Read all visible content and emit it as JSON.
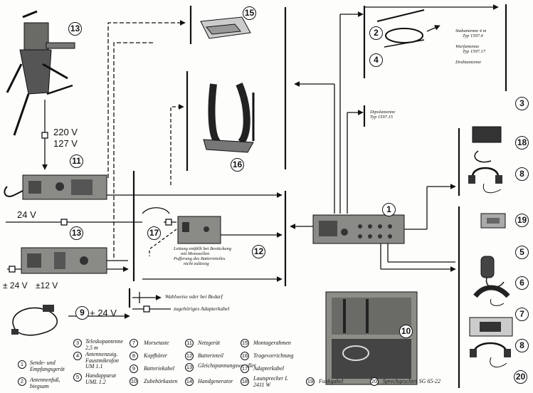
{
  "callouts": [
    "1",
    "2",
    "3",
    "4",
    "5",
    "6",
    "7",
    "8",
    "9",
    "10",
    "11",
    "12",
    "13",
    "14",
    "15",
    "16",
    "17",
    "18",
    "19",
    "20"
  ],
  "voltages": {
    "mains_220": "220 V",
    "mains_127": "127 V",
    "dc_24": "24 V",
    "pm_24": "± 24 V",
    "pm_12": "±12 V",
    "plus_24": "+ 24 V"
  },
  "antennas": {
    "rod_line1": "Stabantenne 4 m",
    "rod_line2": "Typ 1597.4",
    "throw_line1": "Wurfantenne",
    "throw_line2": "Typ 1597.17",
    "wire": "Drahtantenne",
    "dipole_line1": "Dipolantenne",
    "dipole_line2": "Typ  1597.15"
  },
  "notes": {
    "battery_line1": "Leitung entfällt bei Bestückung",
    "battery_line2": "mit Monozellen",
    "battery_line3": "Pufferung des Batterieteiles",
    "battery_line4": "nicht zulässig",
    "optional": "Wahlweise oder bei Bedarf",
    "adapter": "zugehöriges Adapterkabel"
  },
  "legend": {
    "l1": "Sende- und Empfangsgerät",
    "l2": "Antennenfuß, biegsam",
    "l3": "Teleskopantenne 2,5 m",
    "l4": "Antennenzuig. Faustmikrofon UM 1.1",
    "l5": "Handapparat UML 1.2",
    "l6": "",
    "l7": "Morsetaste",
    "l8": "Kopfhörer",
    "l9": "Batteriekabel",
    "l10": "Zubehörkasten",
    "l11": "Netzgerät",
    "l12": "Batterieteil",
    "l13": "Gleichspannungswandler",
    "l14": "Handgenerator",
    "l15": "Montagerahmen",
    "l16": "Tragevorrichtung",
    "l17": "Adapterkabel",
    "l18": "Lautsprecher L 2411 W",
    "l19": "Funkgabel",
    "l20": "Sprechgeschirr SG 65-22"
  },
  "colors": {
    "ink": "#111111",
    "device": "#8a8a86",
    "device_dark": "#4a4a48",
    "paper": "#fdfdfb"
  }
}
